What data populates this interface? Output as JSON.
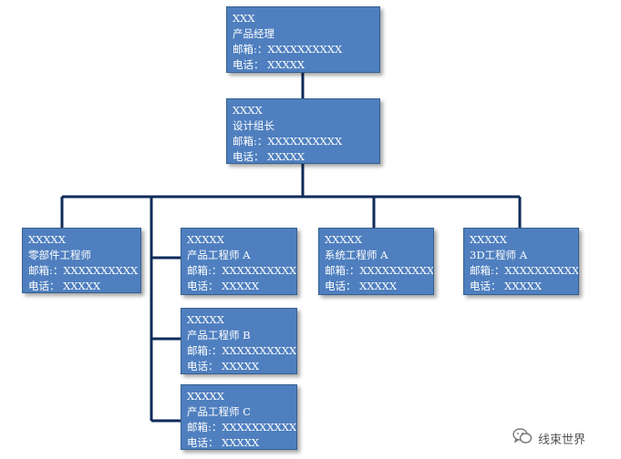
{
  "colors": {
    "box_fill": "#4f7fbf",
    "box_border": "#35608f",
    "connector": "#0f2b5a",
    "text": "#ffffff"
  },
  "nodes": {
    "manager": {
      "name": "XXX",
      "title": "产品经理",
      "email": "邮箱:：XXXXXXXXXX",
      "phone": "电话： XXXXX"
    },
    "design_lead": {
      "name": "XXXX",
      "title": "设计组长",
      "email": "邮箱:：XXXXXXXXXX",
      "phone": "电话： XXXXX"
    },
    "parts_engineer": {
      "name": "XXXXX",
      "title": "零部件工程师",
      "email": "邮箱:：XXXXXXXXXX",
      "phone": "电话： XXXXX"
    },
    "product_engineer_a": {
      "name": "XXXXX",
      "title": "产品工程师 A",
      "email": "邮箱:：XXXXXXXXXX",
      "phone": "电话： XXXXX"
    },
    "product_engineer_b": {
      "name": "XXXXX",
      "title": "产品工程师  B",
      "email": "邮箱:：XXXXXXXXXX",
      "phone": "电话： XXXXX"
    },
    "product_engineer_c": {
      "name": "XXXXX",
      "title": "产品工程师 C",
      "email": "邮箱:：XXXXXXXXXX",
      "phone": "电话： XXXXX"
    },
    "system_engineer_a": {
      "name": "XXXXX",
      "title": "系统工程师 A",
      "email": "邮箱:：XXXXXXXXXX",
      "phone": "电话： XXXXX"
    },
    "engineer_3d_a": {
      "name": "XXXXX",
      "title": "3D工程师 A",
      "email": "邮箱:：XXXXXXXXXX",
      "phone": "电话： XXXXX"
    }
  },
  "watermark": {
    "text": "线束世界",
    "icon": "wechat-icon"
  }
}
